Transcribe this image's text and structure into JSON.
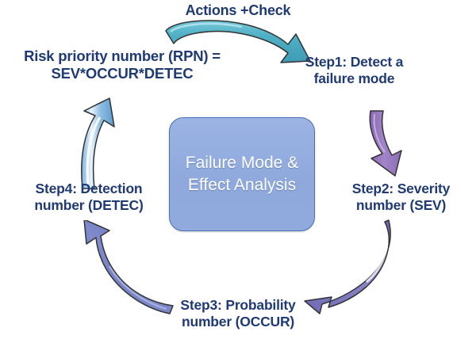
{
  "diagram": {
    "title": "Failure Mode & Effect Analysis",
    "type": "cycle-diagram",
    "center": {
      "text": "Failure Mode &\nEffect Analysis",
      "fill_color": "#8fa9dd",
      "border_color": "#4a6fb5",
      "text_color": "#ffffff"
    },
    "text_color": "#1f3a74",
    "background_color": "#ffffff",
    "labels": {
      "actions": "Actions +Check",
      "rpn": "Risk priority number (RPN) =\nSEV*OCCUR*DETEC",
      "step1": "Step1: Detect a\nfailure mode",
      "step2": "Step2: Severity\nnumber (SEV)",
      "step3": "Step3: Probability\nnumber (OCCUR)",
      "step4": "Step4: Detection\nnumber (DETEC)"
    },
    "steps": [
      {
        "id": "step1",
        "label": "Step1: Detect a failure mode"
      },
      {
        "id": "step2",
        "label": "Step2: Severity number (SEV)"
      },
      {
        "id": "step3",
        "label": "Step3: Probability number (OCCUR)"
      },
      {
        "id": "step4",
        "label": "Step4: Detection number (DETEC)"
      },
      {
        "id": "rpn",
        "label": "Risk priority number (RPN) = SEV*OCCUR*DETEC"
      }
    ],
    "arrows": [
      {
        "id": "arrow-actions",
        "from": "rpn",
        "to": "step1",
        "color": "#4aa8c0",
        "label": "Actions +Check"
      },
      {
        "id": "arrow-step1-step2",
        "from": "step1",
        "to": "step2",
        "color": "#9b7cc4",
        "label": ""
      },
      {
        "id": "arrow-step2-step3",
        "from": "step2",
        "to": "step3",
        "color": "#7b78bf",
        "label": ""
      },
      {
        "id": "arrow-step3-step4",
        "from": "step3",
        "to": "step4",
        "color": "#6a78c2",
        "label": ""
      },
      {
        "id": "arrow-step4-rpn",
        "from": "step4",
        "to": "rpn",
        "color": "#6fa8d8",
        "label": ""
      }
    ]
  }
}
